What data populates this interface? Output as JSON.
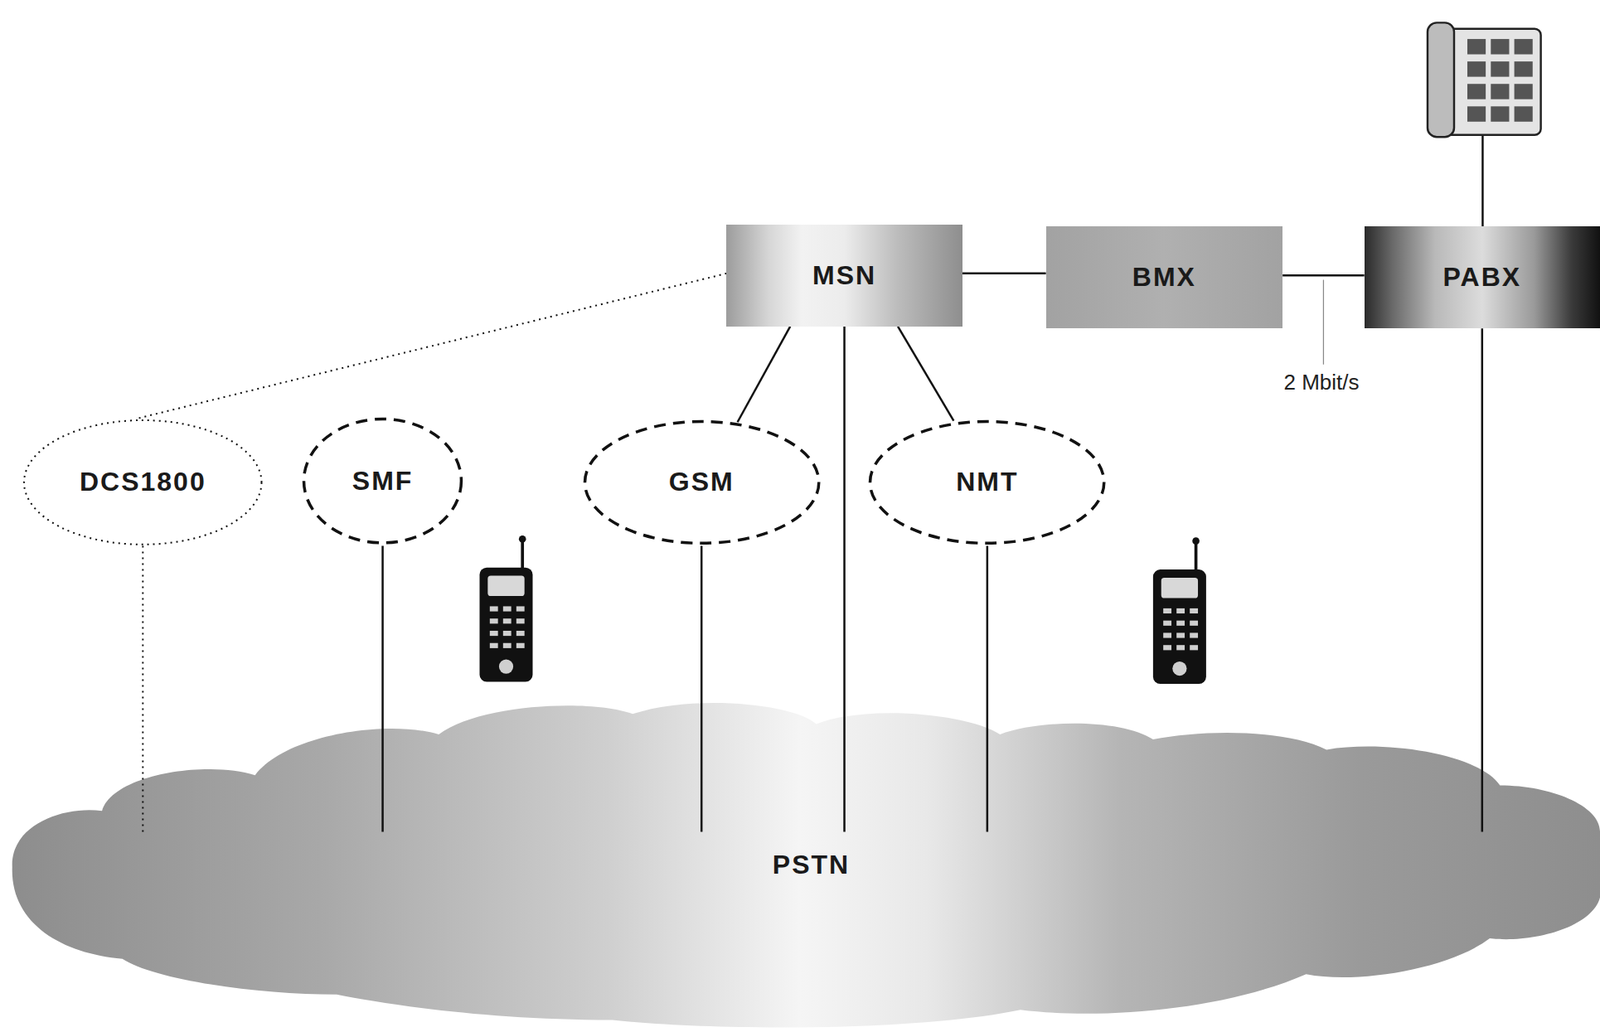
{
  "diagram": {
    "nodes": [
      {
        "text": [
          "MSN"
        ]
      },
      {
        "text": [
          "BMX"
        ]
      },
      {
        "text": [
          "PABX"
        ]
      },
      {
        "text": [
          "DCS1800"
        ]
      },
      {
        "text": [
          "SMF"
        ]
      },
      {
        "text": [
          "GSM"
        ]
      },
      {
        "text": [
          "NMT"
        ]
      },
      {
        "text": [
          "PSTN"
        ]
      }
    ],
    "edges": [
      {
        "from": 0,
        "to": 1,
        "arrow": "none"
      },
      {
        "from": 1,
        "to": 2,
        "arrow": "none"
      },
      {
        "from": 0,
        "to": 3,
        "arrow": "none"
      },
      {
        "from": 0,
        "to": 5,
        "arrow": "none"
      },
      {
        "from": 0,
        "to": 6,
        "arrow": "none"
      },
      {
        "from": 0,
        "to": 7,
        "arrow": "none"
      },
      {
        "from": 3,
        "to": 7,
        "arrow": "none"
      },
      {
        "from": 4,
        "to": 7,
        "arrow": "none"
      },
      {
        "from": 5,
        "to": 7,
        "arrow": "none"
      },
      {
        "from": 6,
        "to": 7,
        "arrow": "none"
      },
      {
        "from": 2,
        "to": 7,
        "arrow": "none"
      }
    ],
    "labels": [
      "2 Mbit/s"
    ]
  }
}
